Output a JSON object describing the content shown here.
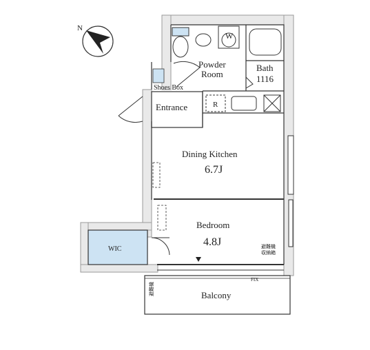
{
  "rooms": {
    "powder_room": {
      "line1": "Powder",
      "line2": "Room"
    },
    "bath": {
      "line1": "Bath",
      "line2": "1116"
    },
    "shoes_box": "Shoes Box",
    "entrance": "Entrance",
    "dining_kitchen": {
      "name": "Dining Kitchen",
      "size": "6.7J"
    },
    "bedroom": {
      "name": "Bedroom",
      "size": "4.8J"
    },
    "wic": "WIC",
    "balcony": "Balcony"
  },
  "fixtures": {
    "washer": "W",
    "refrigerator": "R",
    "fix_window": "FIX",
    "escape_hatch": {
      "line1": "避難機",
      "line2": "収納箱"
    },
    "balcony_hatch": "避難機"
  },
  "compass": {
    "north": "N"
  },
  "colors": {
    "wall": "#9a9a9a",
    "wall_fill": "#e9e9e9",
    "wic_fill": "#cde3f3",
    "line": "#333333"
  }
}
